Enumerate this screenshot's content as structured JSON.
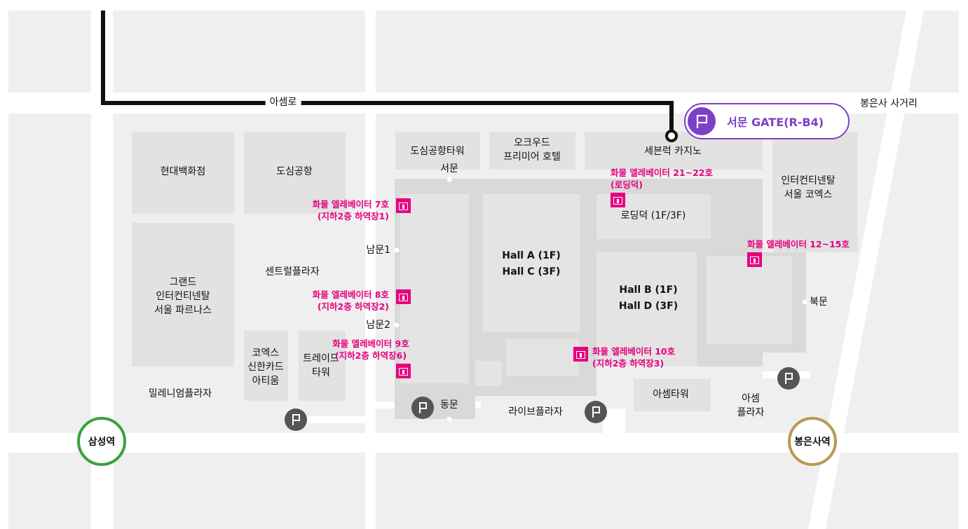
{
  "colors": {
    "street": "#ffffff",
    "block": "#efefef",
    "building": "#e2e2e2",
    "coex": "#d9d9d9",
    "hall": "#e4e4e4",
    "route": "#111111",
    "gate_accent": "#7d3fc8",
    "elevator": "#e6007e",
    "parking": "#555555",
    "samseong_line": "#3aa13e",
    "bongeunsa_line": "#b89a52"
  },
  "icons": {
    "parking": "parking-icon",
    "elevator": "freight-elevator-icon",
    "gate": "gate-flag-icon"
  },
  "roads": {
    "aseom_ro": "아셈로",
    "bongeunsa_intersection": "봉은사 사거리"
  },
  "gate": {
    "label": "서문 GATE(R-B4)"
  },
  "stations": {
    "samseong": "삼성역",
    "bongeunsa": "봉은사역"
  },
  "buildings": {
    "hyundai": "현대백화점",
    "city_airport": "도심공항",
    "airport_tower": "도심공항타워",
    "oakwood": [
      "오크우드",
      "프리미어 호텔"
    ],
    "casino": "세븐럭 카지노",
    "intercontinental_coex": [
      "인터컨티넨탈",
      "서울 코엑스"
    ],
    "grand_intercontinental": [
      "그랜드",
      "인터컨티넨탈",
      "서울 파르나스"
    ],
    "central_plaza": "센트럴플라자",
    "millennium_plaza": "밀레니엄플라자",
    "shinhan_artium": [
      "코엑스",
      "신한카드",
      "아티움"
    ],
    "trade_tower": [
      "트레이드",
      "타워"
    ],
    "live_plaza": "라이브플라자",
    "asem_tower": "아셈타워",
    "asem_plaza": [
      "아셈",
      "플라자"
    ]
  },
  "halls": {
    "ac": [
      "Hall A (1F)",
      "Hall C (3F)"
    ],
    "bd": [
      "Hall B (1F)",
      "Hall D (3F)"
    ],
    "loading_dock": "로딩덕 (1F/3F)"
  },
  "entrances": {
    "west": "서문",
    "south1": "남문1",
    "south2": "남문2",
    "east": "동문",
    "north": "북문"
  },
  "elevators": {
    "e7": [
      "화물 엘레베이터 7호",
      "(지하2층 하역장1)"
    ],
    "e8": [
      "화물 엘레베이터 8호",
      "(지하2층 하역장2)"
    ],
    "e9": [
      "화물 엘레베이터 9호",
      "(지하2층 하역장6)"
    ],
    "e10": [
      "화물 엘레베이터 10호",
      "(지하2층 하역장3)"
    ],
    "e21": [
      "화물 엘레베이터 21~22호",
      "(로딩덕)"
    ],
    "e12": [
      "화물 엘레베이터 12~15호"
    ]
  }
}
